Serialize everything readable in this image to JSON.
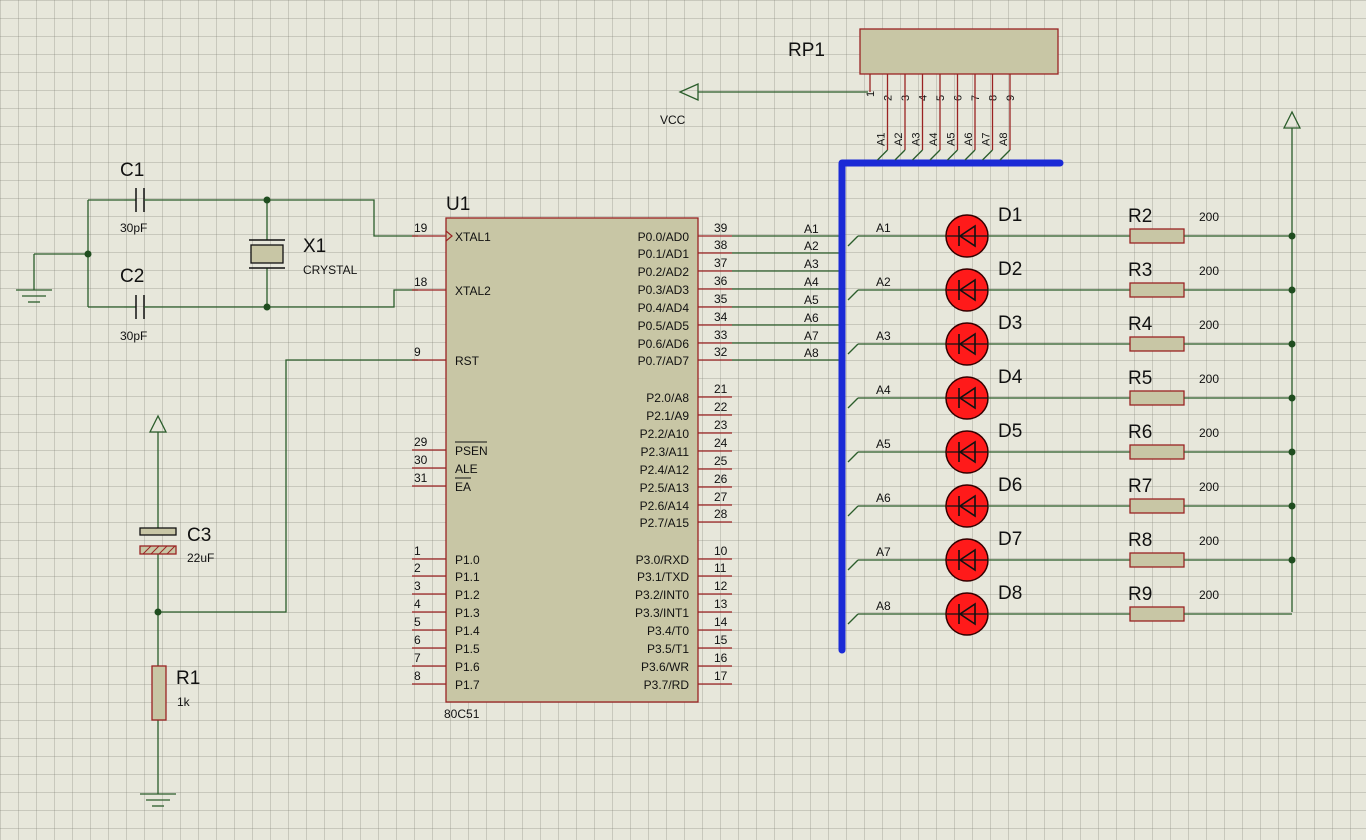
{
  "schematic": {
    "u1": {
      "ref": "U1",
      "type": "80C51",
      "left_pins": [
        {
          "num": "19",
          "name": "XTAL1"
        },
        {
          "num": "18",
          "name": "XTAL2"
        },
        {
          "num": "9",
          "name": "RST"
        },
        {
          "num": "29",
          "name": "PSEN"
        },
        {
          "num": "30",
          "name": "ALE"
        },
        {
          "num": "31",
          "name": "EA"
        },
        {
          "num": "1",
          "name": "P1.0"
        },
        {
          "num": "2",
          "name": "P1.1"
        },
        {
          "num": "3",
          "name": "P1.2"
        },
        {
          "num": "4",
          "name": "P1.3"
        },
        {
          "num": "5",
          "name": "P1.4"
        },
        {
          "num": "6",
          "name": "P1.5"
        },
        {
          "num": "7",
          "name": "P1.6"
        },
        {
          "num": "8",
          "name": "P1.7"
        }
      ],
      "right_pins": [
        {
          "num": "39",
          "name": "P0.0/AD0"
        },
        {
          "num": "38",
          "name": "P0.1/AD1"
        },
        {
          "num": "37",
          "name": "P0.2/AD2"
        },
        {
          "num": "36",
          "name": "P0.3/AD3"
        },
        {
          "num": "35",
          "name": "P0.4/AD4"
        },
        {
          "num": "34",
          "name": "P0.5/AD5"
        },
        {
          "num": "33",
          "name": "P0.6/AD6"
        },
        {
          "num": "32",
          "name": "P0.7/AD7"
        },
        {
          "num": "21",
          "name": "P2.0/A8"
        },
        {
          "num": "22",
          "name": "P2.1/A9"
        },
        {
          "num": "23",
          "name": "P2.2/A10"
        },
        {
          "num": "24",
          "name": "P2.3/A11"
        },
        {
          "num": "25",
          "name": "P2.4/A12"
        },
        {
          "num": "26",
          "name": "P2.5/A13"
        },
        {
          "num": "27",
          "name": "P2.6/A14"
        },
        {
          "num": "28",
          "name": "P2.7/A15"
        },
        {
          "num": "10",
          "name": "P3.0/RXD"
        },
        {
          "num": "11",
          "name": "P3.1/TXD"
        },
        {
          "num": "12",
          "name": "P3.2/INT0"
        },
        {
          "num": "13",
          "name": "P3.3/INT1"
        },
        {
          "num": "14",
          "name": "P3.4/T0"
        },
        {
          "num": "15",
          "name": "P3.5/T1"
        },
        {
          "num": "16",
          "name": "P3.6/WR"
        },
        {
          "num": "17",
          "name": "P3.7/RD"
        }
      ],
      "p0_net_labels": [
        "A1",
        "A2",
        "A3",
        "A4",
        "A5",
        "A6",
        "A7",
        "A8"
      ]
    },
    "rp1": {
      "ref": "RP1",
      "pins": [
        "1",
        "2",
        "3",
        "4",
        "5",
        "6",
        "7",
        "8",
        "9"
      ],
      "net_labels": [
        "A1",
        "A2",
        "A3",
        "A4",
        "A5",
        "A6",
        "A7",
        "A8"
      ]
    },
    "vcc_label": "VCC",
    "c1": {
      "ref": "C1",
      "value": "30pF"
    },
    "c2": {
      "ref": "C2",
      "value": "30pF"
    },
    "c3": {
      "ref": "C3",
      "value": "22uF"
    },
    "x1": {
      "ref": "X1",
      "value": "CRYSTAL"
    },
    "r1": {
      "ref": "R1",
      "value": "1k"
    },
    "leds": [
      {
        "ref": "D1",
        "net": "A1",
        "res_ref": "R2",
        "res_value": "200"
      },
      {
        "ref": "D2",
        "net": "A2",
        "res_ref": "R3",
        "res_value": "200"
      },
      {
        "ref": "D3",
        "net": "A3",
        "res_ref": "R4",
        "res_value": "200"
      },
      {
        "ref": "D4",
        "net": "A4",
        "res_ref": "R5",
        "res_value": "200"
      },
      {
        "ref": "D5",
        "net": "A5",
        "res_ref": "R6",
        "res_value": "200"
      },
      {
        "ref": "D6",
        "net": "A6",
        "res_ref": "R7",
        "res_value": "200"
      },
      {
        "ref": "D7",
        "net": "A7",
        "res_ref": "R8",
        "res_value": "200"
      },
      {
        "ref": "D8",
        "net": "A8",
        "res_ref": "R9",
        "res_value": "200"
      }
    ],
    "colors": {
      "wire": "#2b5d2b",
      "pin": "#9a2323",
      "body": "#c8c6a5",
      "bus": "#1a2ad6",
      "led": "#ff1a1a"
    }
  }
}
